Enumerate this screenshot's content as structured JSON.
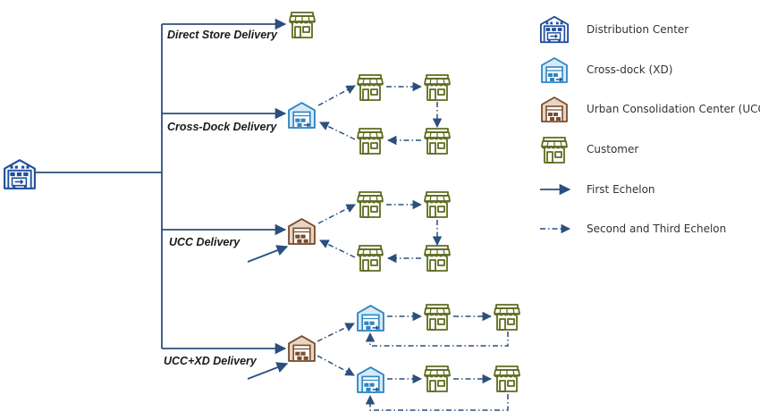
{
  "colors": {
    "distribution_center": "#1f4e9c",
    "cross_dock": "#2e86c1",
    "ucc": "#7a4e2e",
    "customer": "#5e6b1f",
    "arrow": "#2b4f7e"
  },
  "branches": [
    {
      "label": "Direct Store Delivery"
    },
    {
      "label": "Cross-Dock Delivery"
    },
    {
      "label": "UCC Delivery"
    },
    {
      "label": "UCC+XD Delivery"
    }
  ],
  "legend": [
    {
      "icon": "distribution-center-icon",
      "label": "Distribution Center"
    },
    {
      "icon": "cross-dock-icon",
      "label": "Cross-dock (XD)"
    },
    {
      "icon": "ucc-icon",
      "label": "Urban Consolidation Center  (UCC)"
    },
    {
      "icon": "customer-icon",
      "label": "Customer"
    },
    {
      "icon": "solid-arrow-icon",
      "label": "First Echelon"
    },
    {
      "icon": "dash-dot-arrow-icon",
      "label": "Second and Third Echelon"
    }
  ]
}
